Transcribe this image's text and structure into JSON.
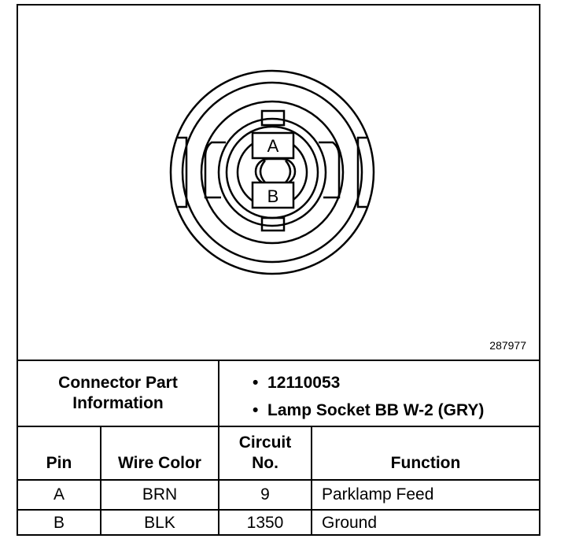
{
  "diagram": {
    "pin_labels": [
      "A",
      "B"
    ],
    "figure_id": "287977"
  },
  "connector_info": {
    "label_line1": "Connector Part",
    "label_line2": "Information",
    "items": [
      "12110053",
      "Lamp Socket BB W-2 (GRY)"
    ]
  },
  "table": {
    "headers": {
      "pin": "Pin",
      "wire_color": "Wire Color",
      "circuit_line1": "Circuit",
      "circuit_line2": "No.",
      "function": "Function"
    },
    "rows": [
      {
        "pin": "A",
        "wire_color": "BRN",
        "circuit": "9",
        "function": "Parklamp Feed"
      },
      {
        "pin": "B",
        "wire_color": "BLK",
        "circuit": "1350",
        "function": "Ground"
      }
    ]
  }
}
